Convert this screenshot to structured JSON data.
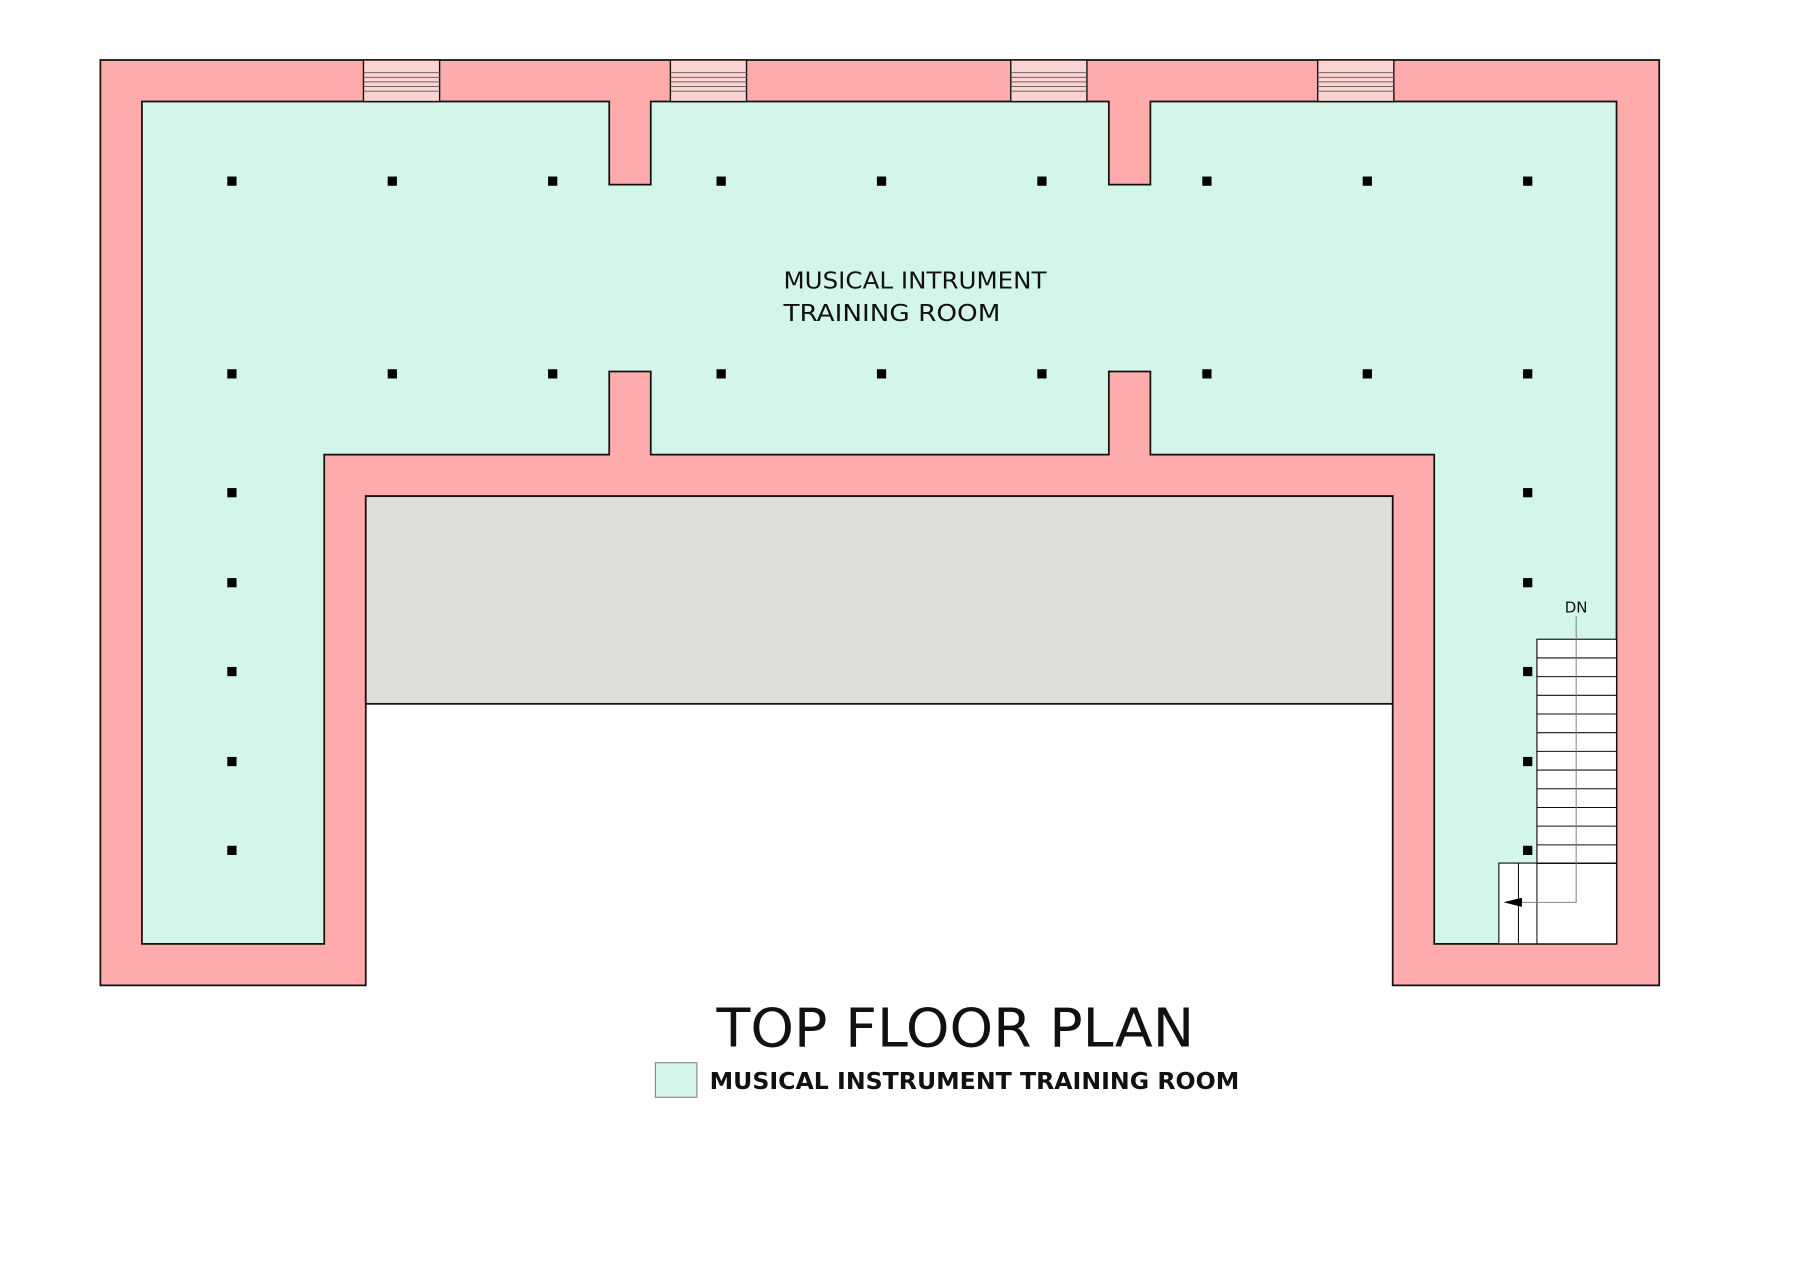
{
  "plan": {
    "room_label_line1": "MUSICAL INTRUMENT",
    "room_label_line2": "TRAINING ROOM",
    "stair_label": "DN"
  },
  "title": "TOP FLOOR PLAN",
  "legend": {
    "items": [
      {
        "label": "MUSICAL INSTRUMENT TRAINING ROOM",
        "color": "#d4f6e9"
      }
    ]
  },
  "colors": {
    "wall": "#fdabab",
    "room": "#d4f6e9",
    "void": "#dedfdb"
  }
}
